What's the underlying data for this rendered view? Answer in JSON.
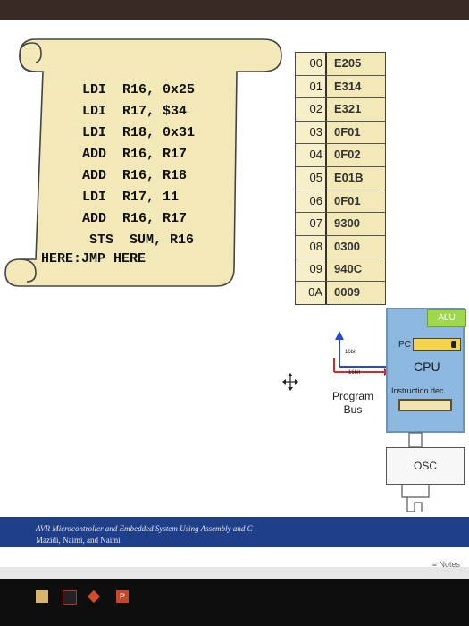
{
  "code": {
    "lines": [
      "LDI  R16, 0x25",
      "LDI  R17, $34",
      "LDI  R18, 0x31",
      "ADD  R16, R17",
      "ADD  R16, R18",
      "LDI  R17, 11",
      "ADD  R16, R17",
      "STS  SUM, R16",
      "HERE:JMP HERE"
    ]
  },
  "memory": {
    "rows": [
      {
        "addr": "00",
        "val": "E205"
      },
      {
        "addr": "01",
        "val": "E314"
      },
      {
        "addr": "02",
        "val": "E321"
      },
      {
        "addr": "03",
        "val": "0F01"
      },
      {
        "addr": "04",
        "val": "0F02"
      },
      {
        "addr": "05",
        "val": "E01B"
      },
      {
        "addr": "06",
        "val": "0F01"
      },
      {
        "addr": "07",
        "val": "9300"
      },
      {
        "addr": "08",
        "val": "0300"
      },
      {
        "addr": "09",
        "val": "940C"
      },
      {
        "addr": "0A",
        "val": "0009"
      }
    ]
  },
  "cpu": {
    "alu": "ALU",
    "pc": "PC",
    "label": "CPU",
    "instruction_dec": "Instruction dec."
  },
  "bus": {
    "program_bus_l1": "Program",
    "program_bus_l2": "Bus",
    "bits16": "16bit",
    "bits8": "16bit"
  },
  "osc": "OSC",
  "footer": {
    "line1": "AVR Microcontroller and Embedded System Using Assembly and C",
    "line2": "Mazidi, Naimi, and Naimi"
  },
  "notes": "Notes",
  "colors": {
    "scroll": "#f2e8b8",
    "footer_bar": "#1f3f8b",
    "cpu_bg": "#8db9e0",
    "alu": "#9fd84c",
    "pc": "#f5d547"
  }
}
